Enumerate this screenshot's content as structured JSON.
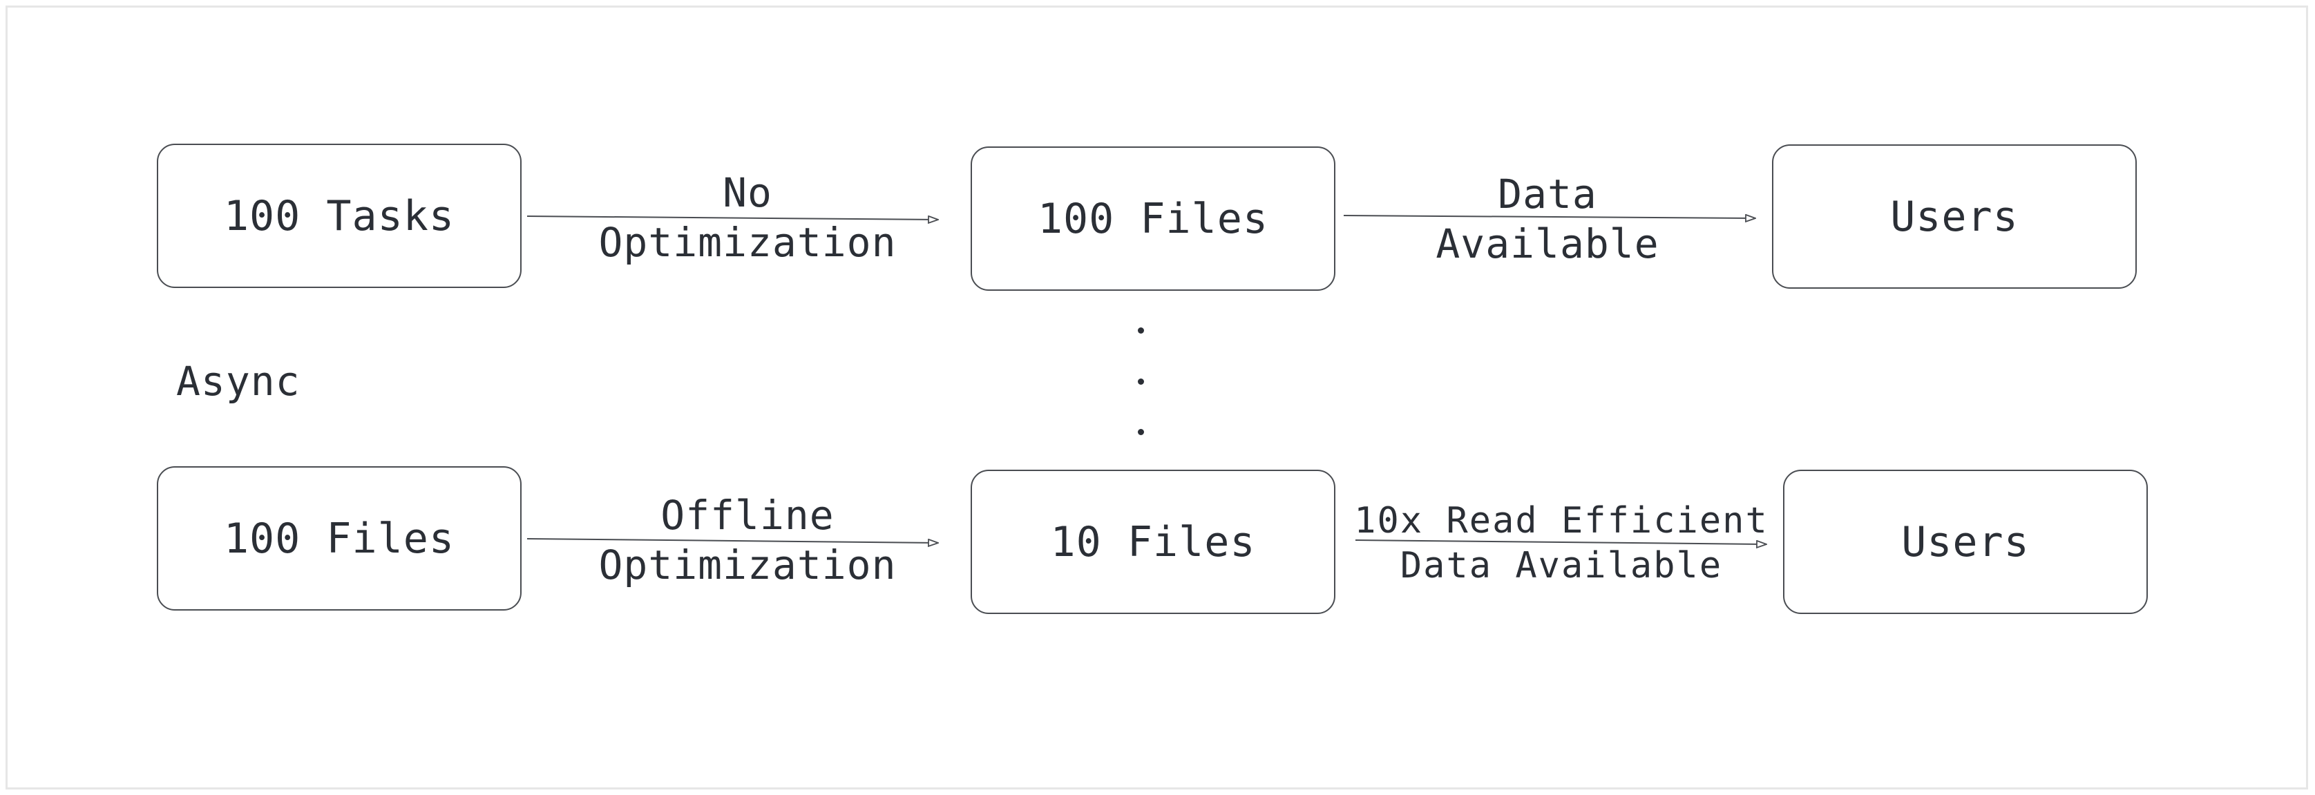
{
  "diagram": {
    "nodes": {
      "tasks": "100 Tasks",
      "files_raw": "100 Files",
      "users_top": "Users",
      "files_in": "100 Files",
      "files_opt": "10 Files",
      "users_bottom": "Users"
    },
    "edges": {
      "no_opt": "No\nOptimization",
      "data_avail": "Data\nAvailable",
      "offline_opt": "Offline\nOptimization",
      "read_eff": "10x Read Efficient\nData Available"
    },
    "side_label": "Async"
  },
  "style": {
    "stroke": "#4a4d52",
    "text": "#2b2f36",
    "border": "#e6e6e6"
  }
}
